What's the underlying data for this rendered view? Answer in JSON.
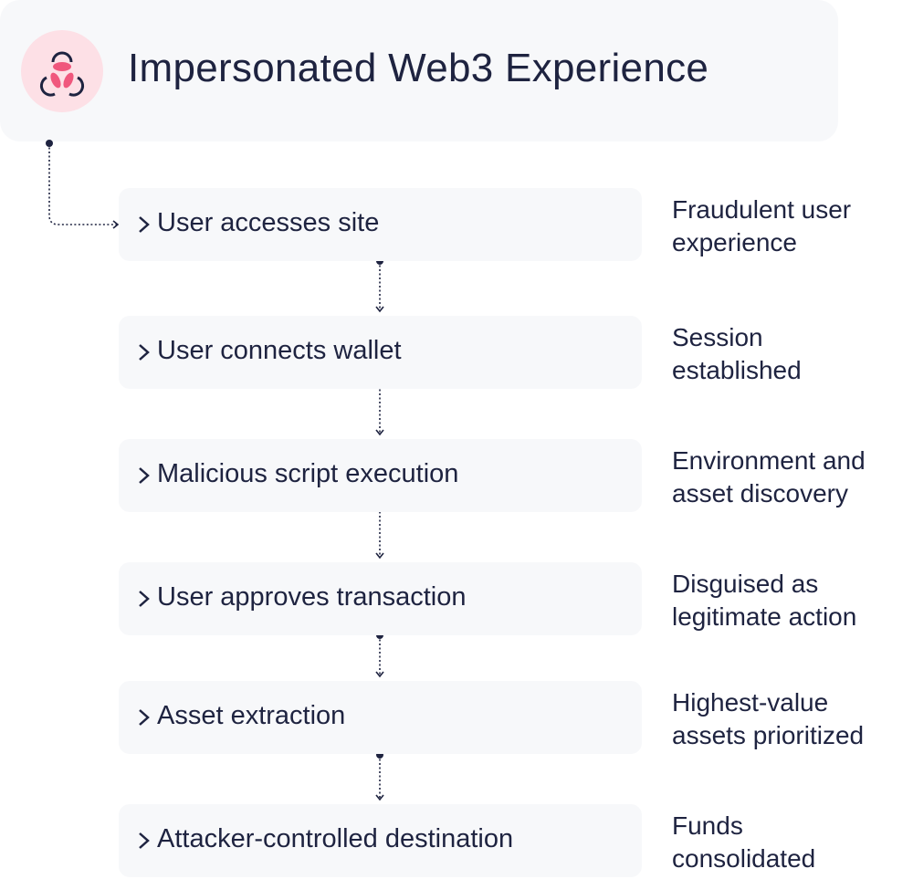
{
  "header": {
    "title": "Impersonated Web3 Experience",
    "icon": "triskelion-logo-icon"
  },
  "colors": {
    "accent": "#f0577d",
    "accent_bg": "#fde0e6",
    "text": "#1e2340",
    "box_bg": "#f7f8fa"
  },
  "steps": [
    {
      "label": "User accesses site",
      "note": [
        "Fraudulent user",
        "experience"
      ]
    },
    {
      "label": "User connects wallet",
      "note": [
        "Session",
        "established"
      ]
    },
    {
      "label": "Malicious script execution",
      "note": [
        "Environment and",
        "asset discovery"
      ]
    },
    {
      "label": "User approves transaction",
      "note": [
        "Disguised as",
        "legitimate action"
      ]
    },
    {
      "label": "Asset extraction",
      "note": [
        "Highest-value",
        "assets prioritized"
      ]
    },
    {
      "label": "Attacker-controlled destination",
      "note": [
        "Funds",
        "consolidated"
      ]
    }
  ]
}
